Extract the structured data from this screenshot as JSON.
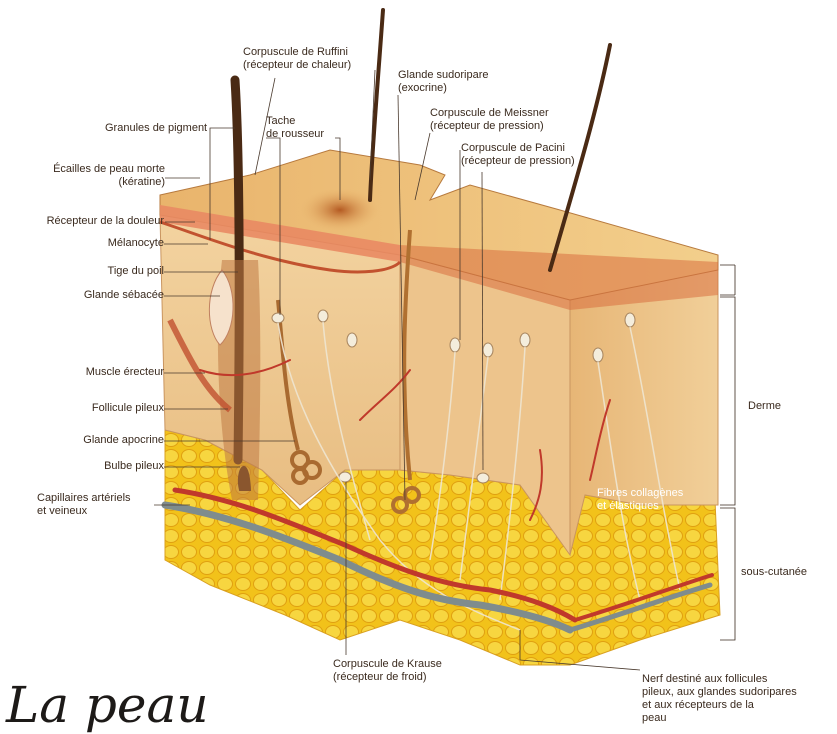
{
  "title": "La peau",
  "labels": {
    "ruffini_line1": "Corpuscule de Ruffini",
    "ruffini_line2": "(récepteur de chaleur)",
    "sweat_line1": "Glande sudoripare",
    "sweat_line2": "(exocrine)",
    "meissner_line1": "Corpuscule de Meissner",
    "meissner_line2": "(récepteur de pression)",
    "pacini_line1": "Corpuscule de Pacini",
    "pacini_line2": "(récepteur de pression)",
    "granules": "Granules de pigment",
    "freckle_line1": "Tache",
    "freckle_line2": "de rousseur",
    "scales_line1": "Écailles de peau morte",
    "scales_line2": "(kératine)",
    "pain": "Récepteur de la douleur",
    "melanocyte": "Mélanocyte",
    "hair_shaft": "Tige du poil",
    "sebaceous": "Glande sébacée",
    "arrector": "Muscle érecteur",
    "follicle": "Follicule pileux",
    "apocrine": "Glande apocrine",
    "bulb": "Bulbe pileux",
    "capillaries_line1": "Capillaires artériels",
    "capillaries_line2": "et veineux",
    "collagen_line1": "Fibres collagènes",
    "collagen_line2": "et élastiques",
    "krause_line1": "Corpuscule de Krause",
    "krause_line2": "(récepteur de froid)",
    "nerve_line1": "Nerf destiné aux follicules",
    "nerve_line2": "pileux, aux glandes sudoripares",
    "nerve_line3": "et aux récepteurs de la",
    "nerve_line4": "peau",
    "dermis": "Derme",
    "subcutaneous": "sous-cutanée"
  },
  "colors": {
    "epidermis": "#e8a060",
    "dermis": "#f0c890",
    "fat": "#f2c21a",
    "vessel_red": "#c0392b",
    "vessel_grey": "#7f8c8d"
  }
}
